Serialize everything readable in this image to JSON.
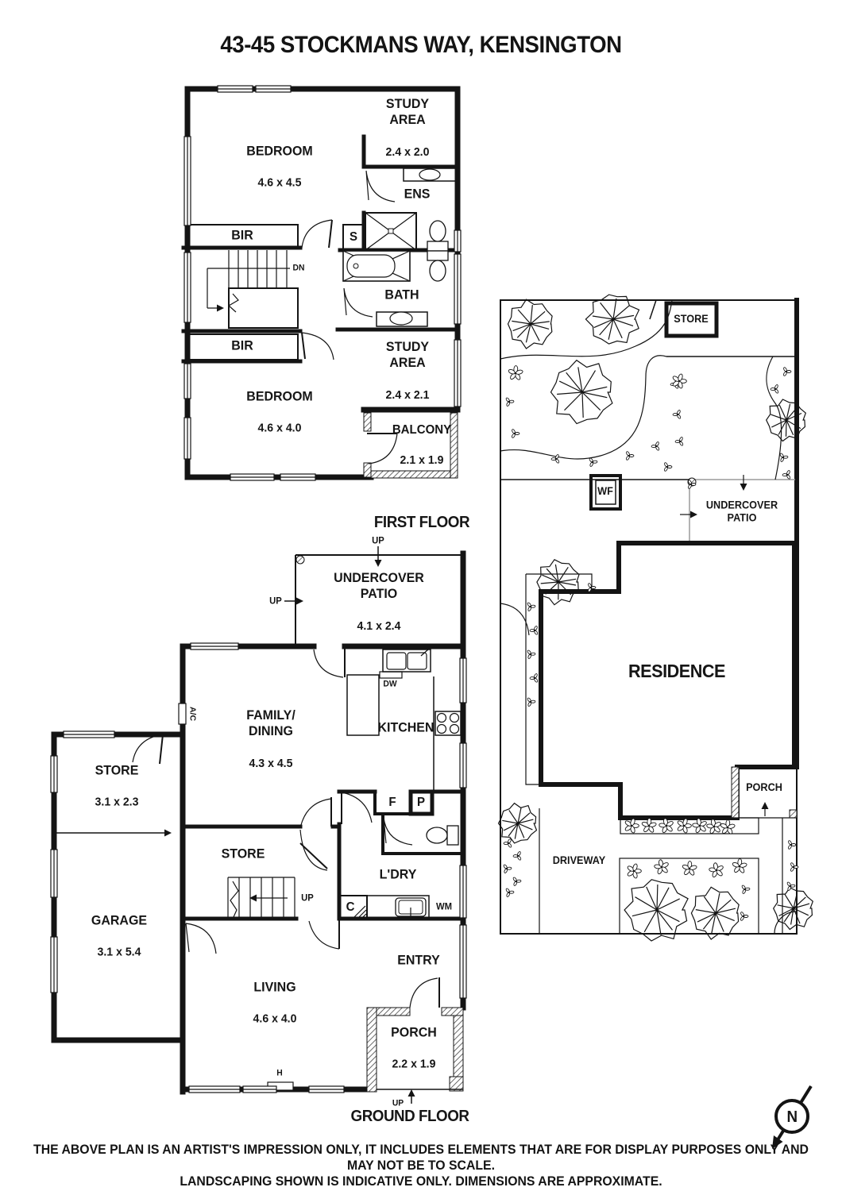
{
  "title": "43-45 STOCKMANS WAY, KENSINGTON",
  "captions": {
    "first_floor": "FIRST FLOOR",
    "ground_floor": "GROUND FLOOR"
  },
  "first_floor": {
    "bedroom_front": {
      "name": "BEDROOM",
      "dims": "4.6 x 4.5"
    },
    "study_front": {
      "name": "STUDY\nAREA",
      "dims": "2.4 x 2.0"
    },
    "ens": "ENS",
    "bir_top": "BIR",
    "shower": "S",
    "down": "DN",
    "bath": "BATH",
    "bir_bottom": "BIR",
    "study_rear": {
      "name": "STUDY\nAREA",
      "dims": "2.4 x 2.1"
    },
    "bedroom_rear": {
      "name": "BEDROOM",
      "dims": "4.6 x 4.0"
    },
    "balcony": {
      "name": "BALCONY",
      "dims": "2.1 x 1.9"
    }
  },
  "ground_floor": {
    "up_patio": "UP",
    "patio": {
      "name": "UNDERCOVER\nPATIO",
      "dims": "4.1 x 2.4"
    },
    "up_side": "UP",
    "ac": "A/C",
    "family": {
      "name": "FAMILY/\nDINING",
      "dims": "4.3 x 4.5"
    },
    "dishwasher": "DW",
    "kitchen": "KITCHEN",
    "store_front": {
      "name": "STORE",
      "dims": "3.1 x 2.3"
    },
    "store_hall": "STORE",
    "up_stairs": "UP",
    "fridge": "F",
    "pantry": "P",
    "laundry": "L'DRY",
    "cupboard": "C",
    "washing_machine": "WM",
    "garage": {
      "name": "GARAGE",
      "dims": "3.1 x 5.4"
    },
    "living": {
      "name": "LIVING",
      "dims": "4.6 x 4.0"
    },
    "entry": "ENTRY",
    "porch": {
      "name": "PORCH",
      "dims": "2.2 x 1.9"
    },
    "heater": "H",
    "up_porch": "UP"
  },
  "site_plan": {
    "store": "STORE",
    "water_feature": "WF",
    "patio": "UNDERCOVER\nPATIO",
    "residence": "RESIDENCE",
    "porch": "PORCH",
    "driveway": "DRIVEWAY"
  },
  "compass": {
    "north": "N"
  },
  "disclaimer": {
    "line1": "THE ABOVE PLAN IS AN ARTIST'S IMPRESSION ONLY, IT INCLUDES ELEMENTS THAT ARE FOR DISPLAY PURPOSES ONLY AND MAY NOT BE TO SCALE.",
    "line2": "LANDSCAPING SHOWN IS INDICATIVE ONLY. DIMENSIONS ARE APPROXIMATE."
  }
}
